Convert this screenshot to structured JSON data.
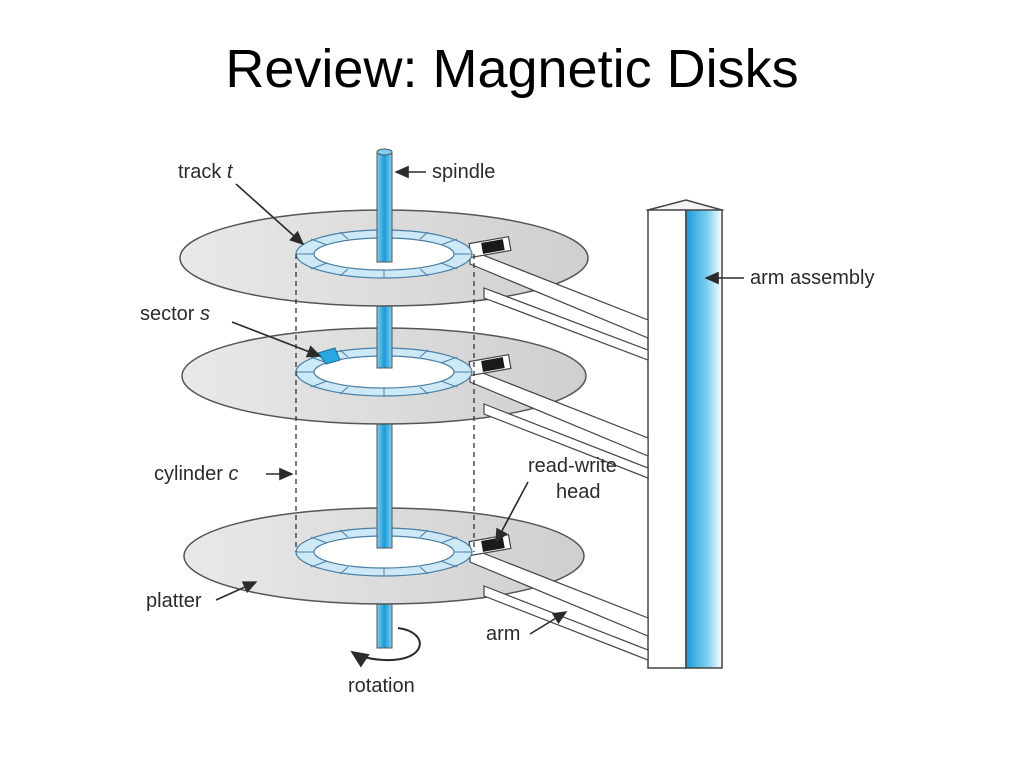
{
  "title": "Review: Magnetic Disks",
  "labels": {
    "track": "track",
    "track_var": "t",
    "spindle": "spindle",
    "arm_assembly": "arm assembly",
    "sector": "sector",
    "sector_var": "s",
    "cylinder": "cylinder",
    "cylinder_var": "c",
    "read_write_1": "read-write",
    "read_write_2": "head",
    "platter": "platter",
    "arm": "arm",
    "rotation": "rotation"
  },
  "colors": {
    "spindle": "#2aa6e0",
    "track_ring": "#cde8f6",
    "highlight_sector": "#2aa6e0",
    "platter": "#dcdcdc",
    "head": "#1a1a1a"
  }
}
